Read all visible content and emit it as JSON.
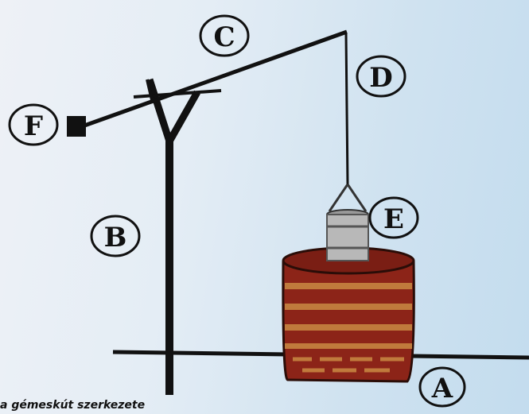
{
  "labels": {
    "a": "A",
    "b": "B",
    "c": "C",
    "d": "D",
    "e": "E",
    "f": "F"
  },
  "caption": "a gémeskút szerkezete",
  "colors": {
    "stroke": "#111111",
    "well_red": "#8c2418",
    "well_stripe": "#c07a3c",
    "bucket": "#b8b8b8"
  }
}
